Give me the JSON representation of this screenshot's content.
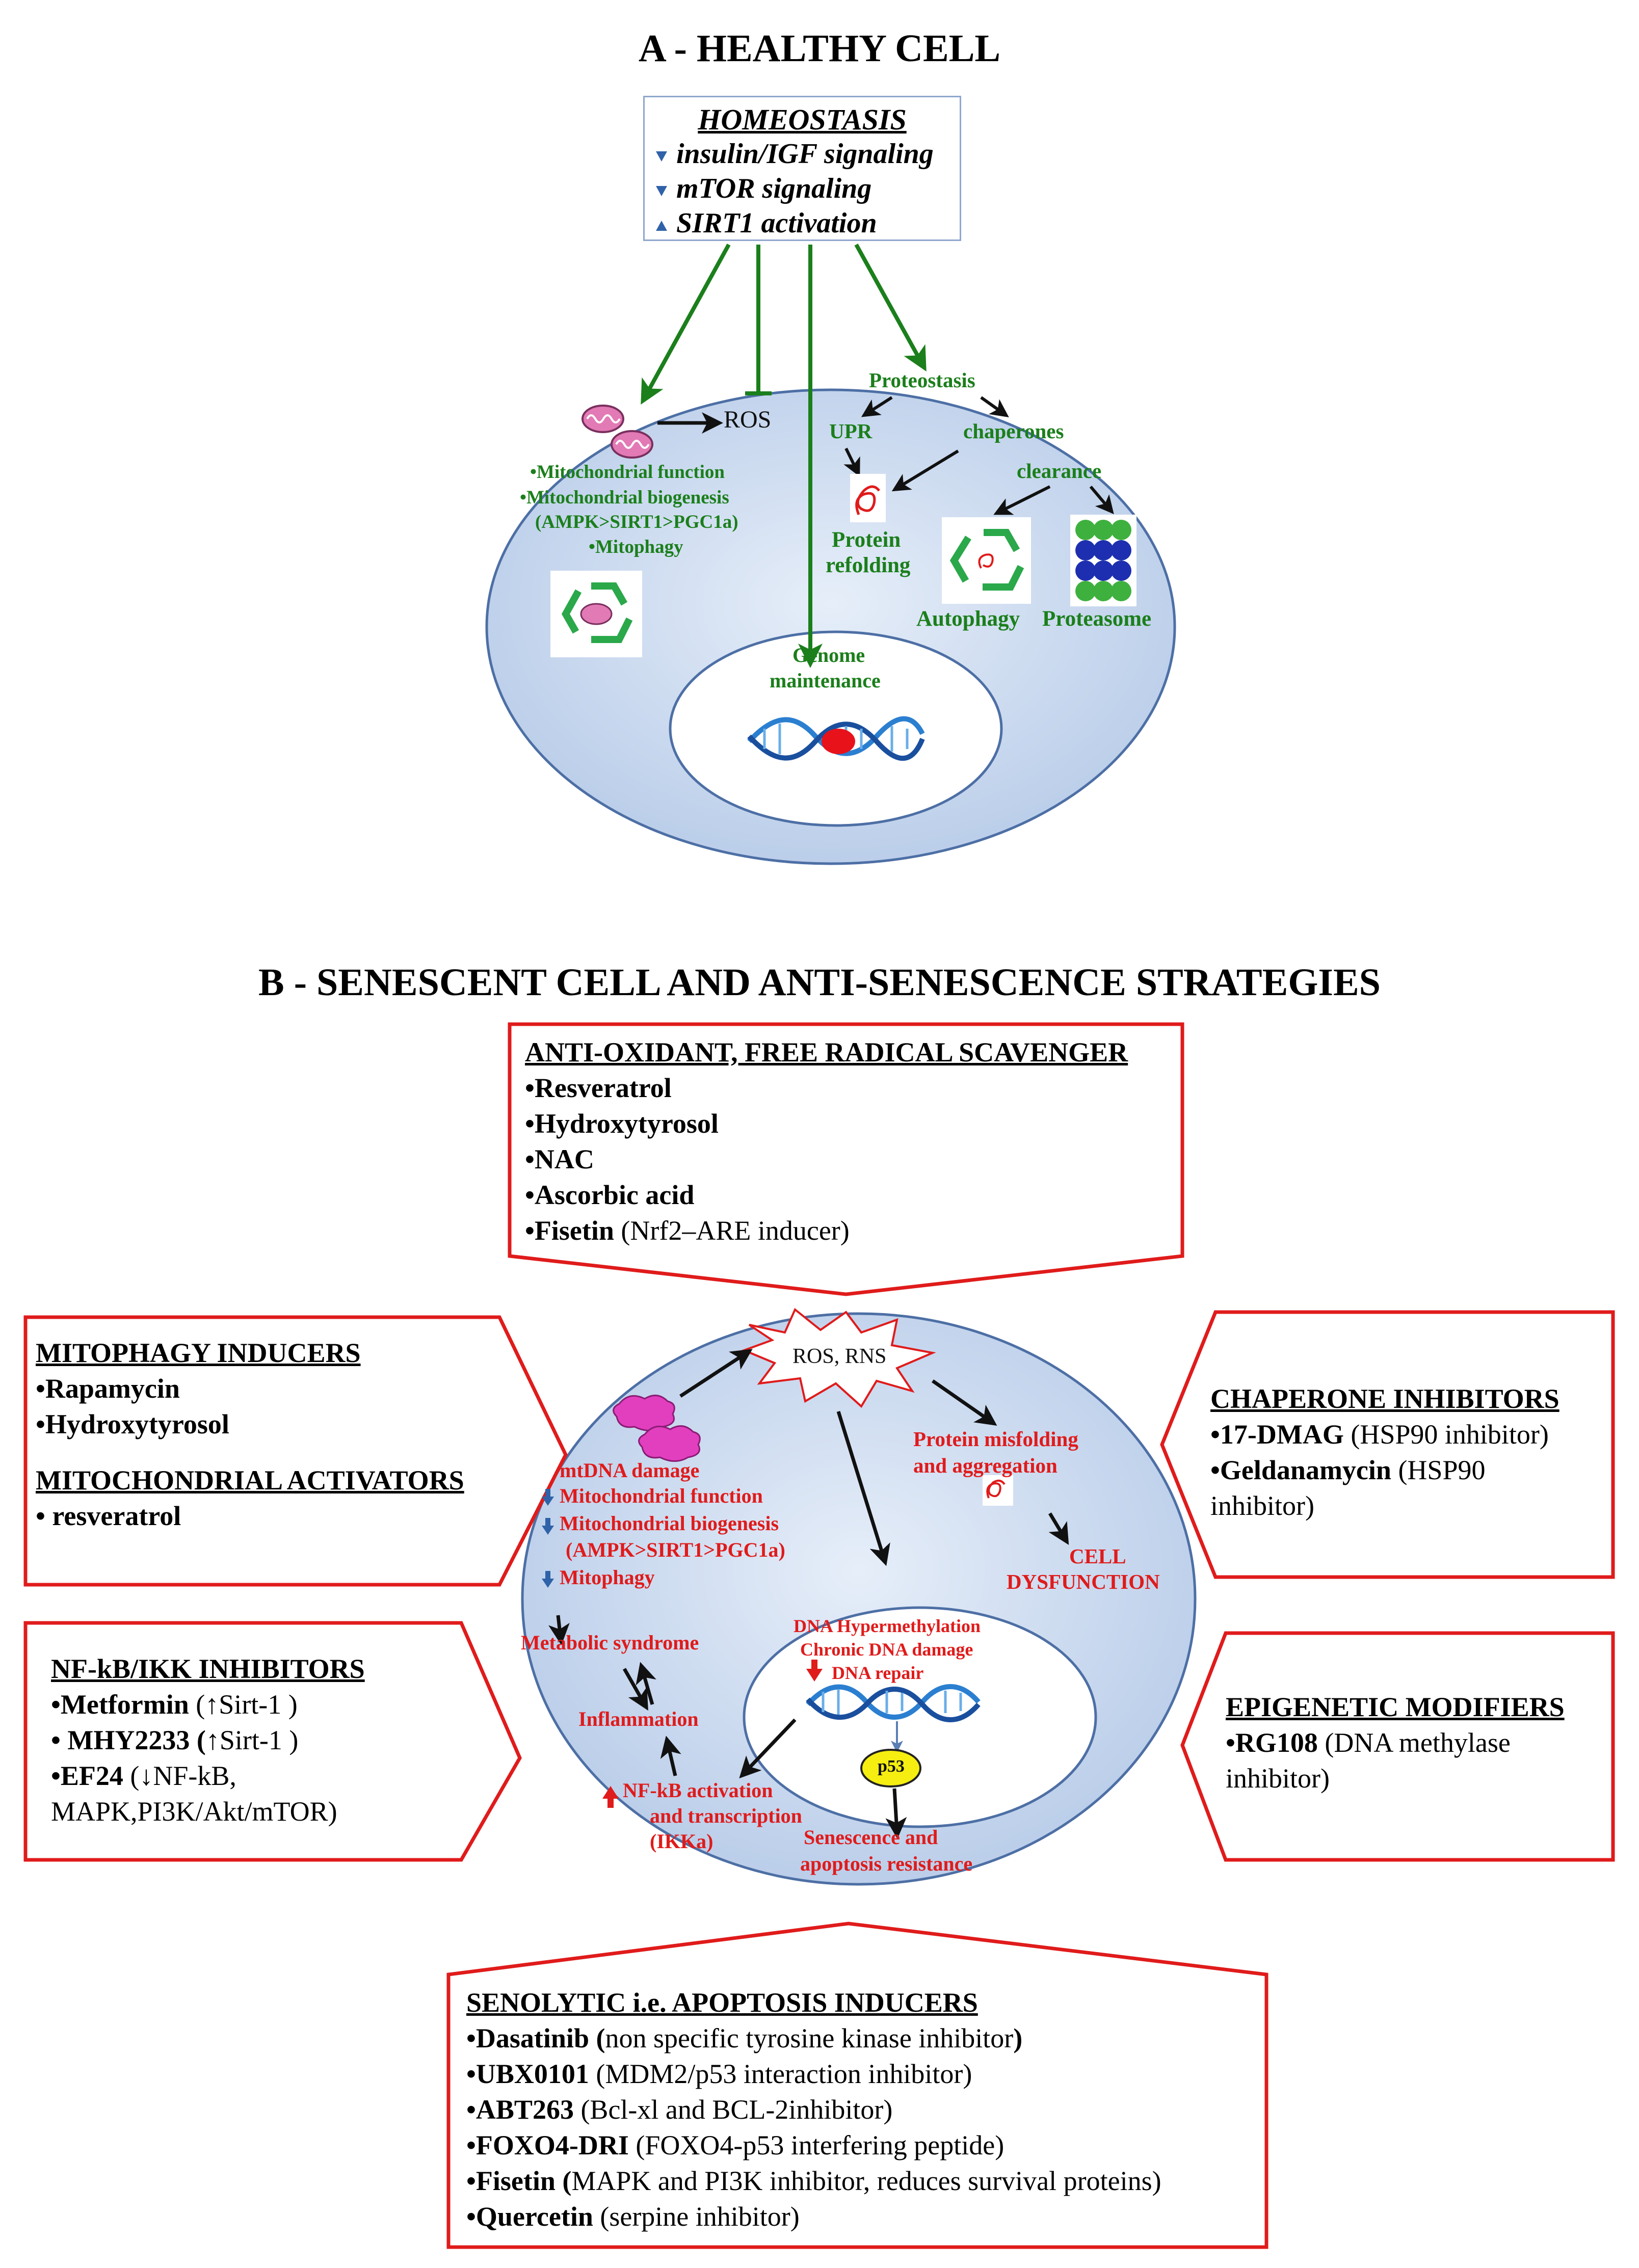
{
  "panel_a": {
    "title": "A - HEALTHY CELL",
    "homeostasis": {
      "heading": "HOMEOSTASIS",
      "items": [
        {
          "dir": "down",
          "text": "insulin/IGF signaling"
        },
        {
          "dir": "down",
          "text": "mTOR signaling"
        },
        {
          "dir": "up",
          "text": "SIRT1 activation"
        }
      ]
    },
    "labels": {
      "ros": "ROS",
      "mito1": "•Mitochondrial function",
      "mito2": "•Mitochondrial biogenesis",
      "mito3": "(AMPK>SIRT1>PGC1a)",
      "mito4": "•Mitophagy",
      "proteostasis": "Proteostasis",
      "upr": "UPR",
      "chaperones": "chaperones",
      "clearance": "clearance",
      "protein_refolding_1": "Protein",
      "protein_refolding_2": "refolding",
      "autophagy": "Autophagy",
      "proteasome": "Proteasome",
      "genome_1": "Genome",
      "genome_2": "maintenance"
    }
  },
  "panel_b": {
    "title": "B - SENESCENT CELL AND ANTI-SENESCENCE STRATEGIES",
    "antioxidant": {
      "heading": "ANTI-OXIDANT, FREE RADICAL SCAVENGER",
      "items": [
        {
          "bold": "•Resveratrol",
          "rest": ""
        },
        {
          "bold": "•Hydroxytyrosol",
          "rest": ""
        },
        {
          "bold": "•NAC",
          "rest": ""
        },
        {
          "bold": "•Ascorbic acid",
          "rest": ""
        },
        {
          "bold": "•Fisetin",
          "rest": " (Nrf2–ARE inducer)"
        }
      ]
    },
    "mitophagy": {
      "heading": "MITOPHAGY INDUCERS",
      "items": [
        "•Rapamycin",
        "•Hydroxytyrosol"
      ],
      "heading2": "MITOCHONDRIAL ACTIVATORS",
      "items2": [
        "• resveratrol"
      ]
    },
    "chaperone": {
      "heading": "CHAPERONE INHIBITORS",
      "line1_bold": "•17-DMAG",
      "line1_rest": " (HSP90 inhibitor)",
      "line2_bold": "•Geldanamycin",
      "line2_rest": " (HSP90",
      "line3": "inhibitor)"
    },
    "nfkb": {
      "heading": "NF-kB/IKK INHIBITORS",
      "line1_bold": "•Metformin",
      "line1_rest": " (↑Sirt-1 )",
      "line2_bold": "• MHY2233 (",
      "line2_rest": "↑Sirt-1 )",
      "line3_bold": "•EF24",
      "line3_rest": " (↓NF-kB,",
      "line4": "MAPK,PI3K/Akt/mTOR)"
    },
    "epigenetic": {
      "heading": "EPIGENETIC MODIFIERS",
      "line1_bold": "•RG108",
      "line1_rest": " (DNA methylase",
      "line2": "inhibitor)"
    },
    "senolytic": {
      "heading": "SENOLYTIC i.e. APOPTOSIS INDUCERS",
      "items": [
        {
          "bold": "•Dasatinib (",
          "rest": "non specific tyrosine kinase inhibitor",
          "tail": ")"
        },
        {
          "bold": "•UBX0101",
          "rest": " (MDM2/p53 interaction inhibitor)",
          "tail": ""
        },
        {
          "bold": "•ABT263",
          "rest": " (Bcl-xl and BCL-2inhibitor)",
          "tail": ""
        },
        {
          "bold": "•FOXO4-DRI",
          "rest": " (FOXO4-p53 interfering peptide)",
          "tail": ""
        },
        {
          "bold": "•Fisetin (",
          "rest": "MAPK and PI3K inhibitor, reduces survival proteins)",
          "tail": ""
        },
        {
          "bold": "•Quercetin",
          "rest": " (serpine inhibitor)",
          "tail": ""
        }
      ]
    },
    "cell_labels": {
      "ros_rns": "ROS, RNS",
      "mtdna": "mtDNA damage",
      "mito_func": "Mitochondrial function",
      "mito_bio": "Mitochondrial biogenesis",
      "mito_bio2": "(AMPK>SIRT1>PGC1a)",
      "mitophagy": "Mitophagy",
      "metabolic": "Metabolic  syndrome",
      "inflammation": "Inflammation",
      "nfkb_1": "NF-kB activation",
      "nfkb_2": "and transcription",
      "nfkb_3": "(IKKa)",
      "misfold_1": "Protein misfolding",
      "misfold_2": "and aggregation",
      "dysfunction_1": "CELL",
      "dysfunction_2": "DYSFUNCTION",
      "dna_1": "DNA Hypermethylation",
      "dna_2": "Chronic DNA damage",
      "dna_3": "DNA repair",
      "p53": "p53",
      "senescence_1": "Senescence and",
      "senescence_2": "apoptosis resistance"
    }
  },
  "colors": {
    "cell_fill": "#c9d9ef",
    "cell_stroke": "#5a7fb5",
    "green": "#1b7f1b",
    "red": "#e01b1b",
    "box_red": "#e01b1b",
    "arrow_blue": "#2f62a8"
  }
}
